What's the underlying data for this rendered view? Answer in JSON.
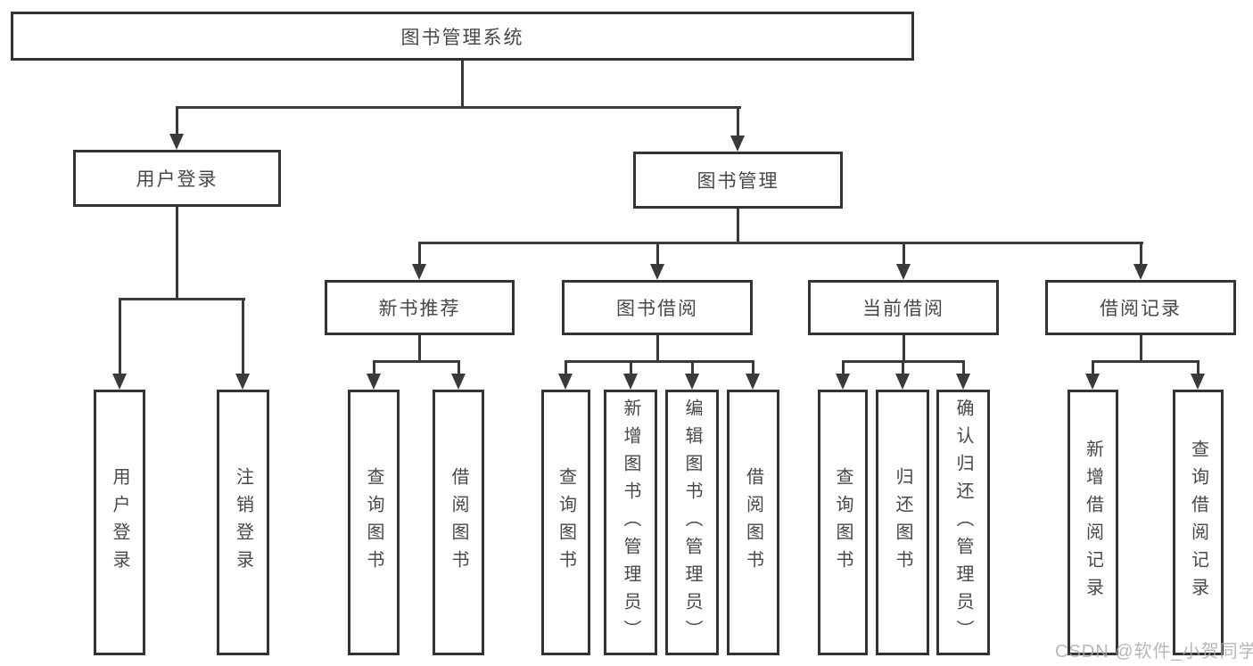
{
  "diagram": {
    "root": {
      "label": "图书管理系统"
    },
    "level2": {
      "user_login": {
        "label": "用户登录"
      },
      "book_management": {
        "label": "图书管理"
      }
    },
    "level3": {
      "new_book_recommend": {
        "label": "新书推荐"
      },
      "book_borrowing": {
        "label": "图书借阅"
      },
      "current_borrowing": {
        "label": "当前借阅"
      },
      "borrowing_records": {
        "label": "借阅记录"
      }
    },
    "leaves": {
      "user_login": {
        "label": "用户登录"
      },
      "logout": {
        "label": "注销登录"
      },
      "recommend_query_books": {
        "label": "查询图书"
      },
      "recommend_borrow_books": {
        "label": "借阅图书"
      },
      "borrow_query_books": {
        "label": "查询图书"
      },
      "borrow_add_books": {
        "label": "新增图书（管理员）"
      },
      "borrow_edit_books": {
        "label": "编辑图书（管理员）"
      },
      "borrow_borrow_books": {
        "label": "借阅图书"
      },
      "current_query_books": {
        "label": "查询图书"
      },
      "current_return_books": {
        "label": "归还图书"
      },
      "current_confirm_return": {
        "label": "确认归还（管理员）"
      },
      "records_add_record": {
        "label": "新增借阅记录"
      },
      "records_query_record": {
        "label": "查询借阅记录"
      }
    },
    "colors": {
      "line": "#3a3a3a",
      "border": "#333333",
      "text": "#484848",
      "background": "#ffffff"
    }
  },
  "watermark": {
    "text": "CSDN @软件_小贺同学",
    "color": "#aaaaaa"
  }
}
